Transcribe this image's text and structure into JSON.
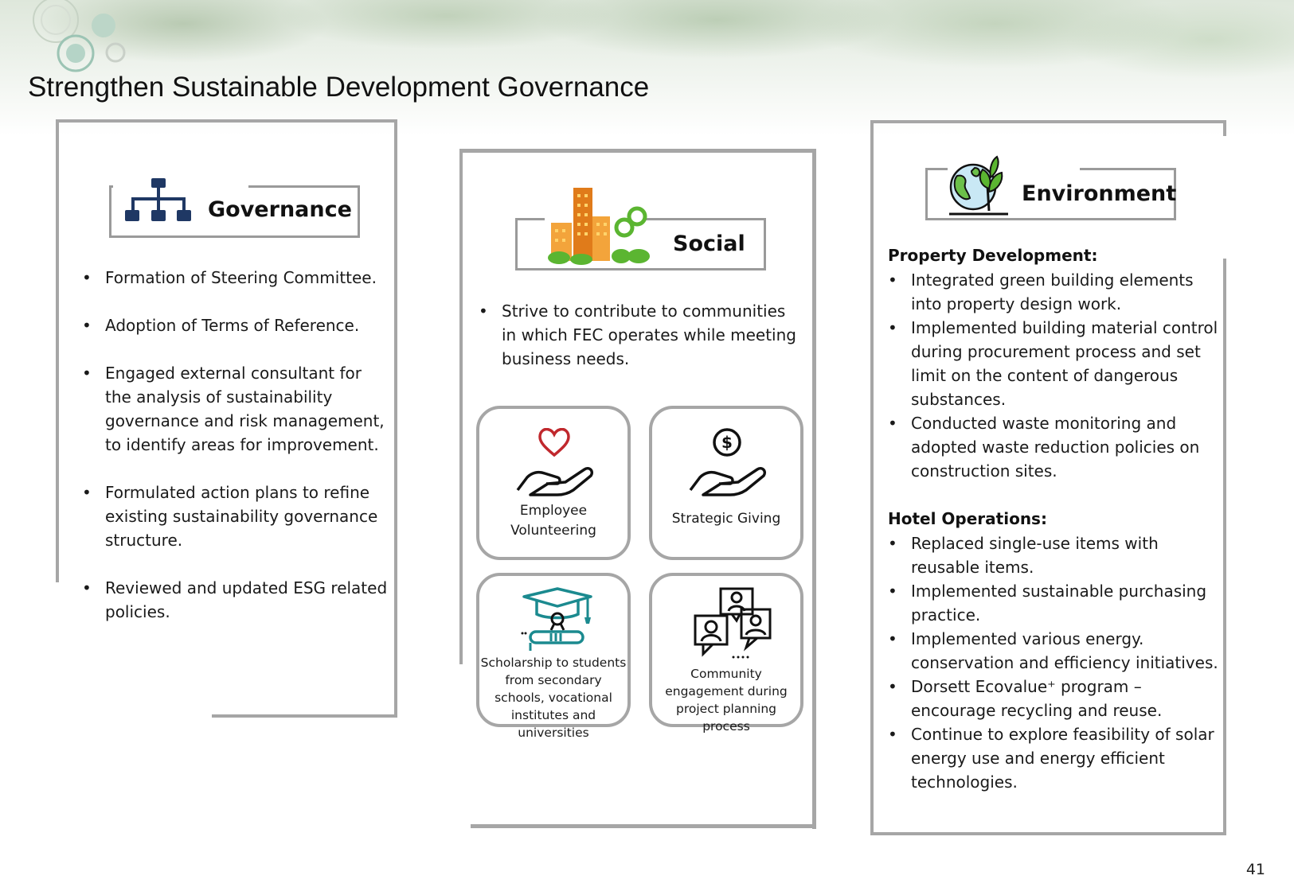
{
  "page": {
    "title": "Strengthen Sustainable Development Governance",
    "page_number": "41"
  },
  "governance": {
    "label": "Governance",
    "icon": "org-chart-icon",
    "bullets": [
      "Formation of Steering Committee.",
      "Adoption of Terms of Reference.",
      "Engaged external consultant for the analysis of sustainability governance and risk management, to identify areas for improvement.",
      "Formulated action plans to refine existing sustainability governance structure.",
      "Reviewed and updated ESG related policies."
    ]
  },
  "social": {
    "label": "Social",
    "icon": "city-buildings-icon",
    "bullets": [
      "Strive to contribute to communities in which FEC operates while meeting business needs."
    ],
    "tiles": [
      {
        "icon": "heart-hand-icon",
        "label": "Employee Volunteering"
      },
      {
        "icon": "coin-hand-icon",
        "label": "Strategic Giving"
      },
      {
        "icon": "graduation-cap-icon",
        "label": "Scholarship to students from secondary schools, vocational institutes and universities"
      },
      {
        "icon": "community-chat-icon",
        "label": "Community engagement during project planning process"
      }
    ]
  },
  "environment": {
    "label": "Environment",
    "icon": "globe-plant-icon",
    "property_heading": "Property Development:",
    "property_bullets": [
      "Integrated green building elements into property design work.",
      "Implemented building material control during procurement process and set limit on the content of dangerous substances.",
      "Conducted waste monitoring and adopted waste reduction policies on construction sites."
    ],
    "hotel_heading": "Hotel Operations:",
    "hotel_bullets": [
      "Replaced single-use items with reusable items.",
      "Implemented sustainable purchasing practice.",
      "Implemented various energy. conservation and efficiency initiatives.",
      "Dorsett Ecovalue⁺ program – encourage recycling and reuse.",
      "Continue to explore feasibility of solar energy use and energy efficient technologies."
    ]
  },
  "colors": {
    "frame_gray": "#a6a6a6",
    "navy": "#1f3864",
    "orange": "#e07b1a",
    "green": "#5bb531",
    "red": "#c0282d",
    "teal": "#1b8a8f"
  }
}
